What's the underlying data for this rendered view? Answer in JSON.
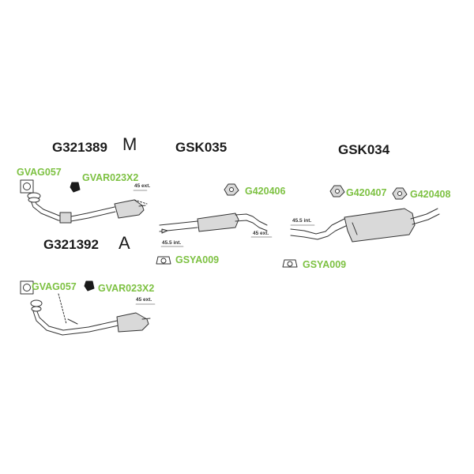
{
  "colors": {
    "part_number_black": "#1a1a1a",
    "part_number_green": "#7dc142",
    "line": "#333333",
    "fill": "#d9d9d9"
  },
  "labels": {
    "g321389": "G321389",
    "g321389_symbol": "M",
    "g321392": "G321392",
    "g321392_symbol": "A",
    "gsk035": "GSK035",
    "gsk034": "GSK034",
    "gvag057_top": "GVAG057",
    "gvar023x2_top": "GVAR023X2",
    "gvag057_bottom": "GVAG057",
    "gvar023x2_bottom": "GVAR023X2",
    "g420406": "G420406",
    "g420407": "G420407",
    "g420408": "G420408",
    "gsya009_left": "GSYA009",
    "gsya009_right": "GSYA009"
  },
  "dimensions": {
    "ext45_top": "45 ext.",
    "ext45_bottom": "45 ext.",
    "int455_left": "45.5 int.",
    "ext45_mid": "45 ext.",
    "int455_right": "45.5 int."
  },
  "icons": {
    "gasket": "gasket-icon",
    "rubber_mount": "rubber-mount-icon",
    "clamp": "clamp-icon",
    "bracket": "bracket-icon"
  }
}
